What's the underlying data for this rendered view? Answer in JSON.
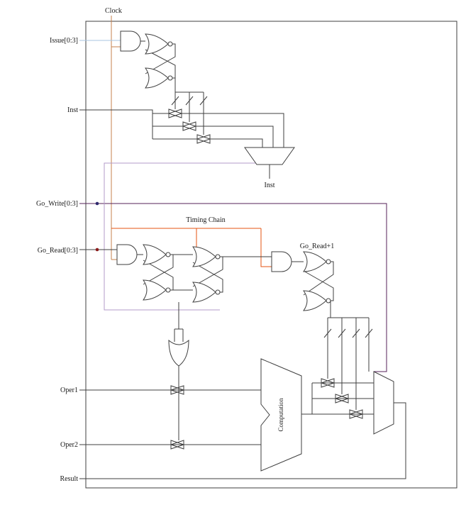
{
  "diagram": {
    "type": "logic-schematic",
    "labels": {
      "clock": "Clock",
      "issue": "Issue[0:3]",
      "inst_input": "Inst",
      "inst_output": "Inst",
      "go_write": "Go_Write[0:3]",
      "timing_chain": "Timing Chain",
      "go_read": "Go_Read[0:3]",
      "go_read_plus_1": "Go_Read+1",
      "oper1": "Oper1",
      "oper2": "Oper2",
      "result": "Result",
      "computation": "Computation"
    },
    "colors": {
      "clock": "#c4824e",
      "issue": "#a9c6e0",
      "timing": "#e65310",
      "go_write": "#55205a",
      "select": "#b39bc8",
      "junction_red": "#8b1a1a",
      "junction_purple": "#2f2a6e"
    }
  }
}
